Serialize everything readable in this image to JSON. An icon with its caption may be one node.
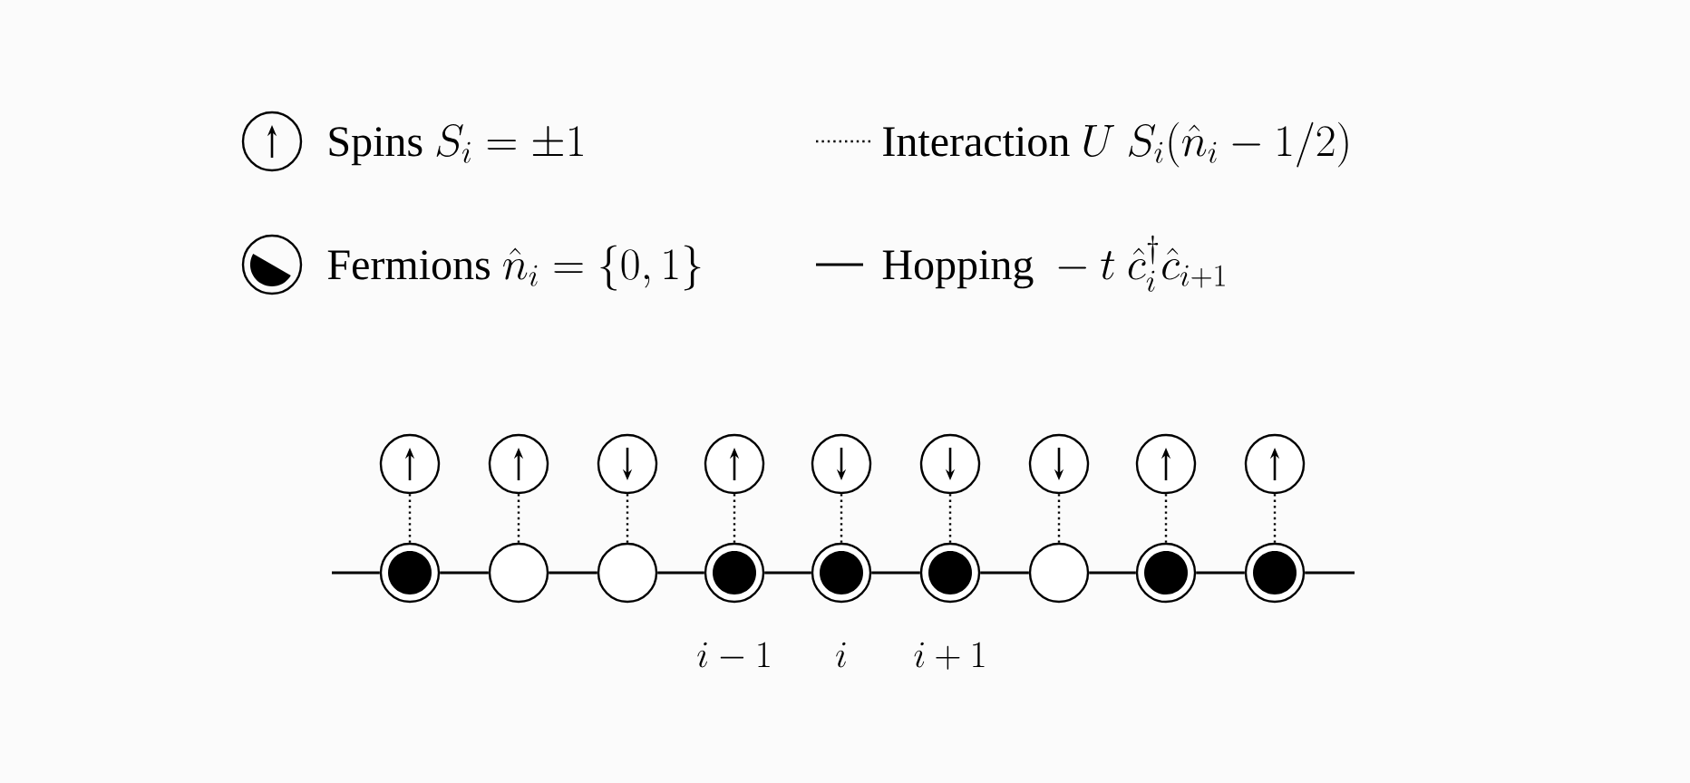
{
  "diagram": {
    "nodes": [
      {
        "text": [],
        "shape": "circle"
      },
      {
        "text": [],
        "shape": "circle"
      },
      {
        "text": [],
        "shape": "circle"
      },
      {
        "text": [],
        "shape": "circle"
      },
      {
        "text": [],
        "shape": "circle"
      },
      {
        "text": [],
        "shape": "circle"
      },
      {
        "text": [],
        "shape": "circle"
      },
      {
        "text": [],
        "shape": "circle"
      },
      {
        "text": [],
        "shape": "circle"
      },
      {
        "text": [],
        "shape": "circle"
      },
      {
        "text": [],
        "shape": "circle"
      },
      {
        "text": [],
        "shape": "circle"
      },
      {
        "text": [],
        "shape": "circle"
      },
      {
        "text": [],
        "shape": "circle"
      },
      {
        "text": [],
        "shape": "circle"
      },
      {
        "text": [],
        "shape": "circle"
      },
      {
        "text": [],
        "shape": "circle"
      },
      {
        "text": [],
        "shape": "circle"
      }
    ],
    "edges": [
      {
        "from": 0,
        "to": 9,
        "arrow": "none",
        "style": "dashed"
      },
      {
        "from": 1,
        "to": 10,
        "arrow": "none",
        "style": "dashed"
      },
      {
        "from": 2,
        "to": 11,
        "arrow": "none",
        "style": "dashed"
      },
      {
        "from": 3,
        "to": 12,
        "arrow": "none",
        "style": "dashed"
      },
      {
        "from": 4,
        "to": 13,
        "arrow": "none",
        "style": "dashed"
      },
      {
        "from": 5,
        "to": 14,
        "arrow": "none",
        "style": "dashed"
      },
      {
        "from": 6,
        "to": 15,
        "arrow": "none",
        "style": "dashed"
      },
      {
        "from": 7,
        "to": 16,
        "arrow": "none",
        "style": "dashed"
      },
      {
        "from": 8,
        "to": 17,
        "arrow": "none",
        "style": "dashed"
      },
      {
        "from": null,
        "to": 9,
        "arrow": "none"
      },
      {
        "from": 9,
        "to": 10,
        "arrow": "none"
      },
      {
        "from": 10,
        "to": 11,
        "arrow": "none"
      },
      {
        "from": 11,
        "to": 12,
        "arrow": "none"
      },
      {
        "from": 12,
        "to": 13,
        "arrow": "none"
      },
      {
        "from": 13,
        "to": 14,
        "arrow": "none"
      },
      {
        "from": 14,
        "to": 15,
        "arrow": "none"
      },
      {
        "from": 15,
        "to": 16,
        "arrow": "none"
      },
      {
        "from": 16,
        "to": 17,
        "arrow": "none"
      },
      {
        "from": 17,
        "to": null,
        "arrow": "none"
      }
    ],
    "labels": [
      "i - 1",
      "i",
      "i + 1"
    ],
    "legend": [
      {
        "text": "\\text{Spins } S_i = \\pm 1"
      },
      {
        "text": "\\text{Interaction } U\\ S_i(\\hat{n}_i - 1/2)"
      },
      {
        "text": "\\text{Fermions } \\hat{n}_i = \\{0, 1\\}"
      },
      {
        "text": "\\text{Hopping } -t\\ \\hat{c}_i^\\dagger \\hat{c}_{i+1}"
      }
    ]
  }
}
